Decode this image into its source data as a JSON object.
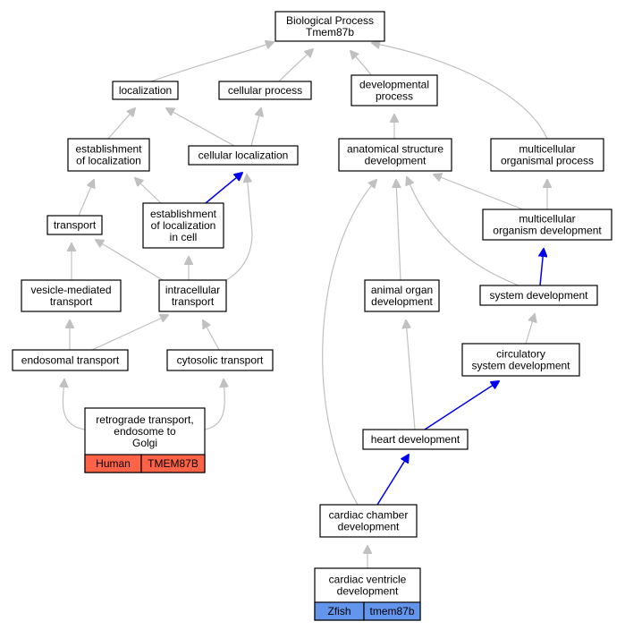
{
  "colors": {
    "edge_grey": "#c0c0c0",
    "edge_blue": "#0000ee",
    "human_fill": "#ff6347",
    "zfish_fill": "#6495ed"
  },
  "nodes": [
    {
      "id": "bp",
      "lines": [
        "Biological Process",
        "Tmem87b"
      ]
    },
    {
      "id": "localization",
      "lines": [
        "localization"
      ]
    },
    {
      "id": "cellular_process",
      "lines": [
        "cellular process"
      ]
    },
    {
      "id": "developmental_process",
      "lines": [
        "developmental",
        "process"
      ]
    },
    {
      "id": "establishment_of_localization",
      "lines": [
        "establishment",
        "of localization"
      ]
    },
    {
      "id": "cellular_localization",
      "lines": [
        "cellular localization"
      ]
    },
    {
      "id": "anatomical_structure_development",
      "lines": [
        "anatomical structure",
        "development"
      ]
    },
    {
      "id": "multicellular_organismal_process",
      "lines": [
        "multicellular",
        "organismal process"
      ]
    },
    {
      "id": "transport",
      "lines": [
        "transport"
      ]
    },
    {
      "id": "establishment_of_localization_in_cell",
      "lines": [
        "establishment",
        "of localization",
        "in cell"
      ]
    },
    {
      "id": "multicellular_organism_development",
      "lines": [
        "multicellular",
        "organism development"
      ]
    },
    {
      "id": "vesicle_mediated_transport",
      "lines": [
        "vesicle-mediated",
        "transport"
      ]
    },
    {
      "id": "intracellular_transport",
      "lines": [
        "intracellular",
        "transport"
      ]
    },
    {
      "id": "animal_organ_development",
      "lines": [
        "animal organ",
        "development"
      ]
    },
    {
      "id": "system_development",
      "lines": [
        "system development"
      ]
    },
    {
      "id": "endosomal_transport",
      "lines": [
        "endosomal transport"
      ]
    },
    {
      "id": "cytosolic_transport",
      "lines": [
        "cytosolic transport"
      ]
    },
    {
      "id": "circulatory_system_development",
      "lines": [
        "circulatory",
        "system development"
      ]
    },
    {
      "id": "retrograde_transport",
      "lines": [
        "retrograde transport,",
        "endosome to",
        "Golgi"
      ],
      "species": "Human",
      "gene": "TMEM87B",
      "fill": "human"
    },
    {
      "id": "heart_development",
      "lines": [
        "heart development"
      ]
    },
    {
      "id": "cardiac_chamber_development",
      "lines": [
        "cardiac chamber",
        "development"
      ]
    },
    {
      "id": "cardiac_ventricle_development",
      "lines": [
        "cardiac ventricle",
        "development"
      ],
      "species": "Zfish",
      "gene": "tmem87b",
      "fill": "zfish"
    }
  ],
  "edges": [
    {
      "from": "localization",
      "to": "bp",
      "type": "grey"
    },
    {
      "from": "cellular_process",
      "to": "bp",
      "type": "grey"
    },
    {
      "from": "developmental_process",
      "to": "bp",
      "type": "grey"
    },
    {
      "from": "multicellular_organismal_process",
      "to": "bp",
      "type": "grey"
    },
    {
      "from": "establishment_of_localization",
      "to": "localization",
      "type": "grey"
    },
    {
      "from": "cellular_localization",
      "to": "localization",
      "type": "grey"
    },
    {
      "from": "cellular_localization",
      "to": "cellular_process",
      "type": "grey"
    },
    {
      "from": "anatomical_structure_development",
      "to": "developmental_process",
      "type": "grey"
    },
    {
      "from": "multicellular_organism_development",
      "to": "multicellular_organismal_process",
      "type": "grey"
    },
    {
      "from": "multicellular_organism_development",
      "to": "anatomical_structure_development",
      "type": "grey"
    },
    {
      "from": "transport",
      "to": "establishment_of_localization",
      "type": "grey"
    },
    {
      "from": "establishment_of_localization_in_cell",
      "to": "establishment_of_localization",
      "type": "grey"
    },
    {
      "from": "establishment_of_localization_in_cell",
      "to": "cellular_localization",
      "type": "blue"
    },
    {
      "from": "intracellular_transport",
      "to": "cellular_localization",
      "type": "grey"
    },
    {
      "from": "vesicle_mediated_transport",
      "to": "transport",
      "type": "grey"
    },
    {
      "from": "intracellular_transport",
      "to": "transport",
      "type": "grey"
    },
    {
      "from": "intracellular_transport",
      "to": "establishment_of_localization_in_cell",
      "type": "grey"
    },
    {
      "from": "system_development",
      "to": "multicellular_organism_development",
      "type": "blue"
    },
    {
      "from": "system_development",
      "to": "anatomical_structure_development",
      "type": "grey"
    },
    {
      "from": "animal_organ_development",
      "to": "anatomical_structure_development",
      "type": "grey"
    },
    {
      "from": "endosomal_transport",
      "to": "vesicle_mediated_transport",
      "type": "grey"
    },
    {
      "from": "endosomal_transport",
      "to": "intracellular_transport",
      "type": "grey"
    },
    {
      "from": "cytosolic_transport",
      "to": "intracellular_transport",
      "type": "grey"
    },
    {
      "from": "circulatory_system_development",
      "to": "system_development",
      "type": "grey"
    },
    {
      "from": "retrograde_transport",
      "to": "endosomal_transport",
      "type": "grey"
    },
    {
      "from": "retrograde_transport",
      "to": "cytosolic_transport",
      "type": "grey"
    },
    {
      "from": "heart_development",
      "to": "animal_organ_development",
      "type": "grey"
    },
    {
      "from": "heart_development",
      "to": "circulatory_system_development",
      "type": "blue"
    },
    {
      "from": "cardiac_chamber_development",
      "to": "heart_development",
      "type": "blue"
    },
    {
      "from": "cardiac_chamber_development",
      "to": "anatomical_structure_development",
      "type": "grey"
    },
    {
      "from": "cardiac_ventricle_development",
      "to": "cardiac_chamber_development",
      "type": "grey"
    }
  ]
}
